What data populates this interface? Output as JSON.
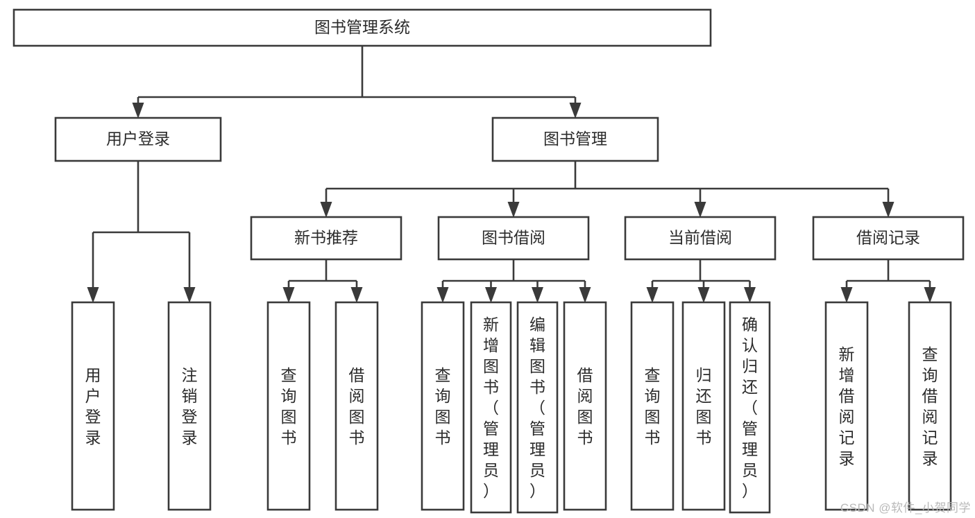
{
  "diagram": {
    "type": "tree-hierarchy",
    "title": "图书管理系统",
    "root": {
      "id": "root",
      "label": "图书管理系统",
      "orientation": "horizontal"
    },
    "level2": [
      {
        "id": "user-login",
        "label": "用户登录",
        "orientation": "horizontal"
      },
      {
        "id": "book-manage",
        "label": "图书管理",
        "orientation": "horizontal"
      }
    ],
    "level3": [
      {
        "id": "new-book-rec",
        "label": "新书推荐",
        "parent": "book-manage",
        "orientation": "horizontal"
      },
      {
        "id": "book-borrow",
        "label": "图书借阅",
        "parent": "book-manage",
        "orientation": "horizontal"
      },
      {
        "id": "current-borrow",
        "label": "当前借阅",
        "parent": "book-manage",
        "orientation": "horizontal"
      },
      {
        "id": "borrow-record",
        "label": "借阅记录",
        "parent": "book-manage",
        "orientation": "horizontal"
      }
    ],
    "leaves": [
      {
        "id": "leaf-user-login",
        "label": "用户登录",
        "parent": "user-login",
        "orientation": "vertical"
      },
      {
        "id": "leaf-logout",
        "label": "注销登录",
        "parent": "user-login",
        "orientation": "vertical"
      },
      {
        "id": "leaf-query-book-1",
        "label": "查询图书",
        "parent": "new-book-rec",
        "orientation": "vertical"
      },
      {
        "id": "leaf-borrow-book-1",
        "label": "借阅图书",
        "parent": "new-book-rec",
        "orientation": "vertical"
      },
      {
        "id": "leaf-query-book-2",
        "label": "查询图书",
        "parent": "book-borrow",
        "orientation": "vertical"
      },
      {
        "id": "leaf-add-book",
        "label": "新增图书（管理员）",
        "parent": "book-borrow",
        "orientation": "vertical"
      },
      {
        "id": "leaf-edit-book",
        "label": "编辑图书（管理员）",
        "parent": "book-borrow",
        "orientation": "vertical"
      },
      {
        "id": "leaf-borrow-book-2",
        "label": "借阅图书",
        "parent": "book-borrow",
        "orientation": "vertical"
      },
      {
        "id": "leaf-query-book-3",
        "label": "查询图书",
        "parent": "current-borrow",
        "orientation": "vertical"
      },
      {
        "id": "leaf-return-book",
        "label": "归还图书",
        "parent": "current-borrow",
        "orientation": "vertical"
      },
      {
        "id": "leaf-confirm-return",
        "label": "确认归还（管理员）",
        "parent": "current-borrow",
        "orientation": "vertical"
      },
      {
        "id": "leaf-add-record",
        "label": "新增借阅记录",
        "parent": "borrow-record",
        "orientation": "vertical"
      },
      {
        "id": "leaf-query-record",
        "label": "查询借阅记录",
        "parent": "borrow-record",
        "orientation": "vertical"
      }
    ],
    "colors": {
      "box_fill": "#ffffff",
      "box_stroke": "#3a3a3a",
      "text": "#2b2b2b",
      "edge": "#3a3a3a",
      "watermark": "#b9b9b9",
      "background": "#ffffff"
    }
  },
  "watermark": {
    "text": "CSDN @软件_小贺同学"
  }
}
